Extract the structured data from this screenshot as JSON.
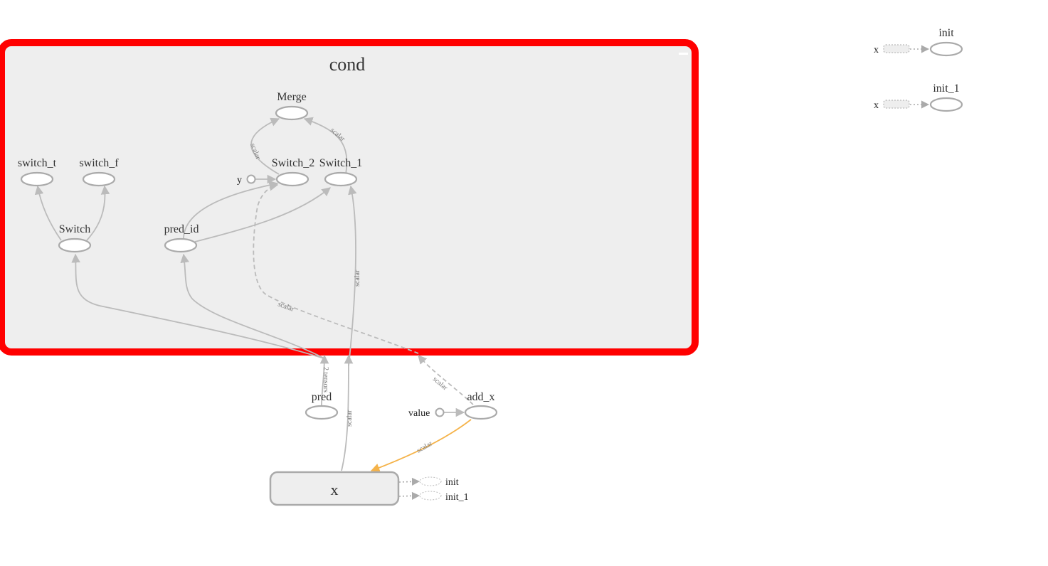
{
  "cond": {
    "title": "cond"
  },
  "nodes": {
    "merge": "Merge",
    "switch_t": "switch_t",
    "switch_f": "switch_f",
    "switch_2": "Switch_2",
    "switch_1": "Switch_1",
    "switch": "Switch",
    "pred_id": "pred_id",
    "pred": "pred",
    "add_x": "add_x",
    "x": "x",
    "y_const": "y",
    "value_const": "value"
  },
  "x_annotations": {
    "init": "init",
    "init_1": "init_1"
  },
  "aux_nodes": [
    {
      "name": "init",
      "input": "x"
    },
    {
      "name": "init_1",
      "input": "x"
    }
  ],
  "edge_labels": {
    "switch2_merge": "scalar",
    "switch1_merge": "scalar",
    "x_switch1": "scalar",
    "addx_switch2": "scalar",
    "addx_out": "scalar",
    "pred_tensors": "2 tensors",
    "x_out": "scalar",
    "addx_x": "scalar"
  },
  "colors": {
    "highlight_border": "#ff0000",
    "group_fill": "#eeeeee",
    "node_stroke": "#aaaaaa",
    "edge": "#bbbbbb",
    "ref_edge": "#f5b34a"
  }
}
